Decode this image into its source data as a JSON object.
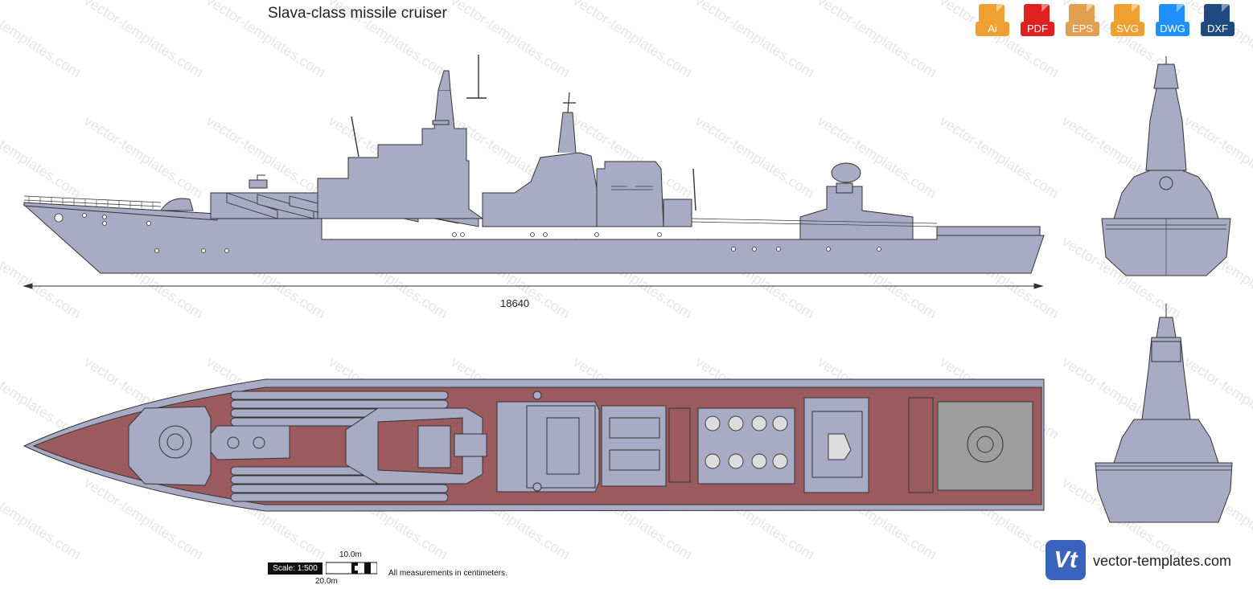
{
  "title": "Slava-class missile cruiser",
  "length_dimension": "18640",
  "scale": {
    "label": "Scale: 1:500",
    "short_bar": "10.0m",
    "long_bar": "20.0m",
    "note": "All measurements in centimeters."
  },
  "formats": [
    {
      "label": "Ai",
      "color": "#f0a030"
    },
    {
      "label": "PDF",
      "color": "#e02020"
    },
    {
      "label": "EPS",
      "color": "#e0a050"
    },
    {
      "label": "SVG",
      "color": "#f0a030"
    },
    {
      "label": "DWG",
      "color": "#1e90ff"
    },
    {
      "label": "DXF",
      "color": "#1e4a80"
    }
  ],
  "brand": {
    "logo_text": "Vt",
    "site": "vector-templates.com"
  },
  "watermark": "vector-templates.com",
  "colors": {
    "hull": "#a9abc5",
    "deck": "#9b5b5e",
    "outline": "#333333",
    "helipad": "#9e9e9e"
  }
}
